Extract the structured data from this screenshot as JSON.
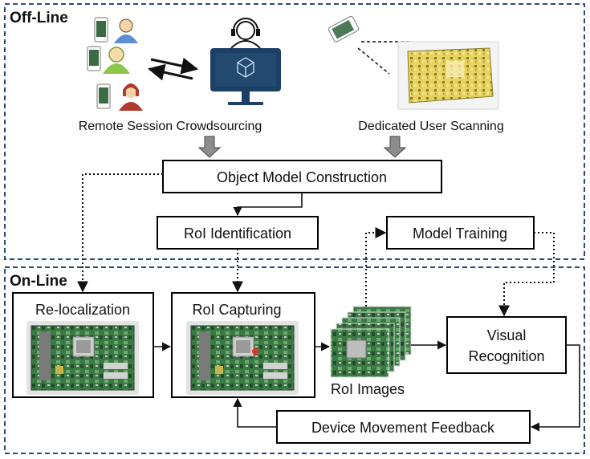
{
  "sections": {
    "offline_label": "Off-Line",
    "online_label": "On-Line"
  },
  "offline": {
    "crowdsourcing_caption": "Remote Session Crowdsourcing",
    "scanning_caption": "Dedicated User Scanning",
    "model_construction": "Object Model Construction",
    "roi_identification": "RoI Identification",
    "model_training": "Model Training"
  },
  "online": {
    "relocalization": "Re-localization",
    "roi_capturing": "RoI Capturing",
    "roi_images": "RoI Images",
    "visual_recognition_line1": "Visual",
    "visual_recognition_line2": "Recognition",
    "movement_feedback": "Device Movement Feedback"
  },
  "icons": {
    "crowd": [
      "phone-icon",
      "user-avatar-icon"
    ],
    "expert": "headset-operator-icon",
    "monitor": "monitor-cube-icon",
    "scanner": "phone-scanner-icon",
    "board": "motherboard-photo"
  },
  "colors": {
    "section_border": "#2b4a7a",
    "box_border": "#000000",
    "monitor_blue": "#1c3f66",
    "board_green": "#2f6b3a",
    "scan_yellow": "#e6cf4d",
    "avatar_blue": "#5a8fd0",
    "avatar_green": "#8cc64a",
    "avatar_red": "#b03a2e"
  }
}
